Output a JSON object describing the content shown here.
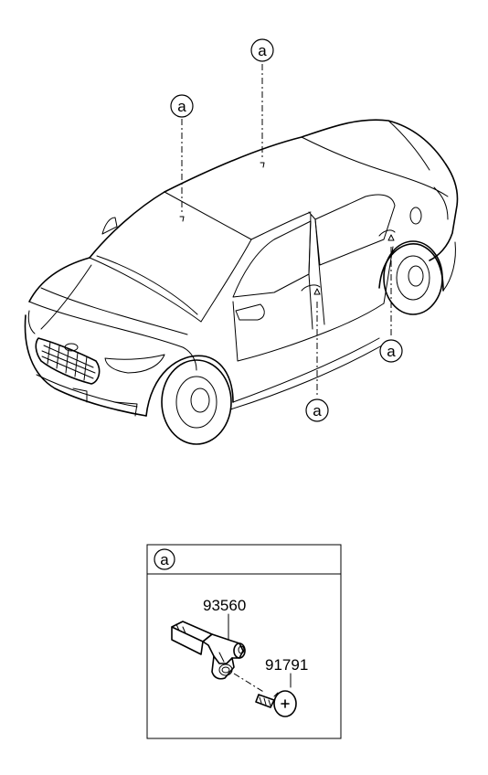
{
  "callouts": {
    "roof_rear": "a",
    "roof_front": "a",
    "rear_door": "a",
    "front_door": "a"
  },
  "detail_box": {
    "callout": "a",
    "parts": [
      {
        "number": "93560"
      },
      {
        "number": "91791"
      }
    ]
  }
}
